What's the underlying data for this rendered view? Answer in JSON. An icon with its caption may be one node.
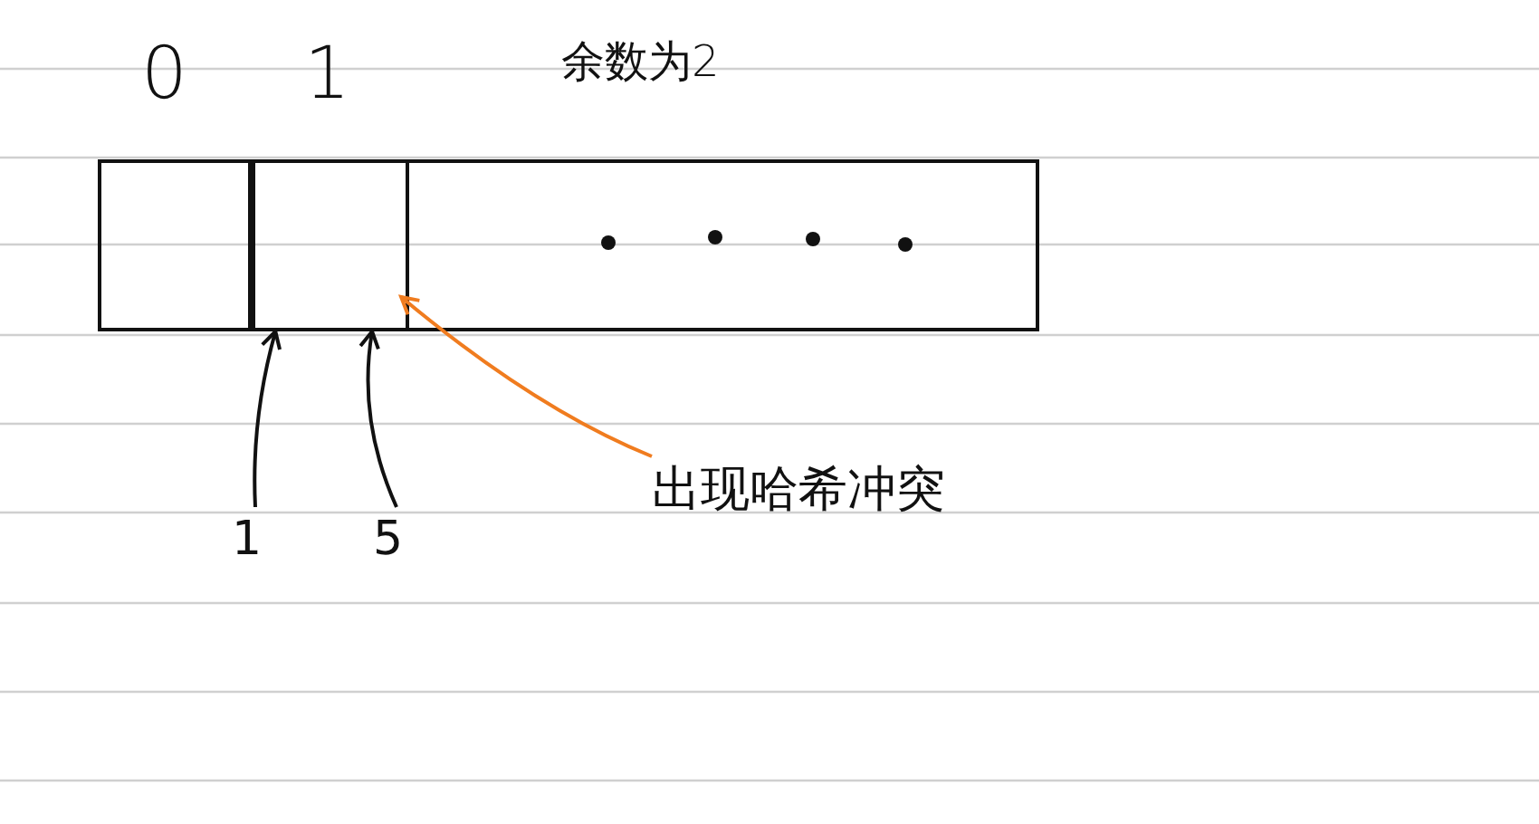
{
  "diagram": {
    "nodes": [
      {
        "text": [],
        "shape": "box"
      },
      {
        "text": [],
        "shape": "box",
        "in": 0
      },
      {
        "text": [],
        "shape": "box",
        "in": 0
      },
      {
        "text": [
          "1"
        ]
      },
      {
        "text": [
          "5"
        ]
      },
      {
        "text": [
          "出现哈希冲突"
        ]
      }
    ],
    "edges": [
      {
        "from": 3,
        "to": 2,
        "arrow": "to"
      },
      {
        "from": 4,
        "to": 2,
        "arrow": "to"
      },
      {
        "from": 5,
        "to": 2,
        "arrow": "to",
        "color": "#f07c1f"
      }
    ],
    "labels": [
      "0",
      "1",
      "余数为2"
    ]
  }
}
